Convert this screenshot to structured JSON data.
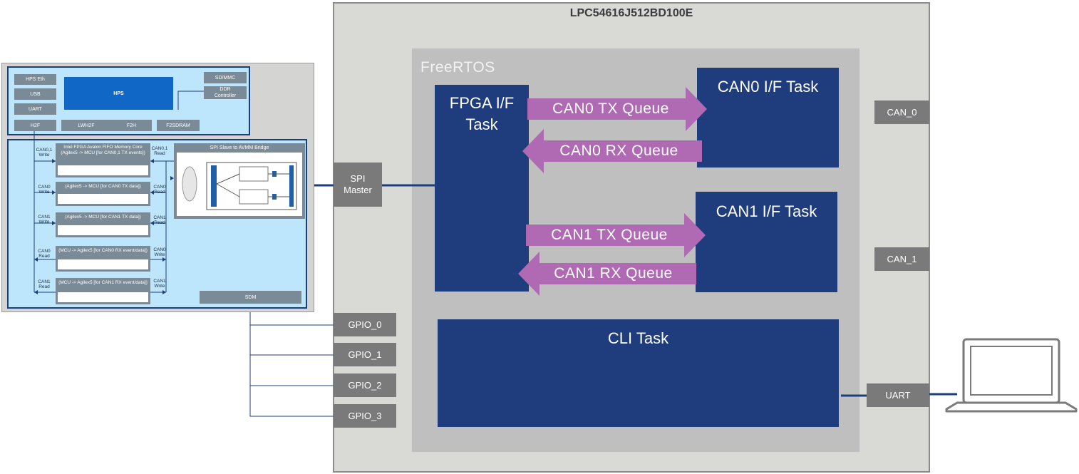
{
  "mcu": {
    "title": "LPC54616J512BD100E"
  },
  "rtos": {
    "title": "FreeRTOS"
  },
  "tasks": {
    "fpga": "FPGA I/F Task",
    "can0": "CAN0 I/F Task",
    "can1": "CAN1 I/F Task",
    "cli": "CLI Task"
  },
  "queues": {
    "can0_tx": "CAN0 TX Queue",
    "can0_rx": "CAN0 RX Queue",
    "can1_tx": "CAN1 TX Queue",
    "can1_rx": "CAN1 RX Queue"
  },
  "pins": {
    "spi": "SPI Master",
    "can0": "CAN_0",
    "can1": "CAN_1",
    "uart": "UART",
    "gpio0": "GPIO_0",
    "gpio1": "GPIO_1",
    "gpio2": "GPIO_2",
    "gpio3": "GPIO_3"
  },
  "fpga": {
    "hps": {
      "eth": "HPS Eth",
      "usb": "USB",
      "uart": "UART",
      "core": "HPS",
      "sdmmc": "SD/MMC",
      "ddr": "DDR Controller",
      "h2f": "H2F",
      "lwh2f": "LWH2F",
      "f2h": "F2H",
      "f2sdram": "F2SDRAM"
    },
    "fifos": {
      "f0": "Intel FPGA Avalon FIFO Memory Core (Agilex5 -> MCU [for CAN0,1 TX events])",
      "f1": "(Agilex5 -> MCU [for CAN0 TX data])",
      "f2": "(Agilex5 -> MCU [for CAN1 TX data])",
      "f3": "(MCU -> Agilex5 [for CAN0 RX event/data])",
      "f4": "(MCU -> Agilex5 [for CAN1 RX event/data])"
    },
    "left_labels": {
      "l0": "CAN0,1 Write",
      "l1": "CAN0 Write",
      "l2": "CAN1 Write",
      "l3": "CAN0 Read",
      "l4": "CAN1 Read"
    },
    "right_labels": {
      "r0": "CAN0,1 Read",
      "r1": "CAN0 Read",
      "r2": "CAN1 Read",
      "r3": "CAN0 Write",
      "r4": "CAN1 Write"
    },
    "spi_bridge": "SPI Slave to AVMM Bridge",
    "sdm": "SDM"
  },
  "colors": {
    "task_blue": "#1f3d7d",
    "queue_purple": "#b06ab3",
    "pin_gray": "#7a7a7a",
    "mcu_bg": "#d9d9d6",
    "rtos_bg": "#bfbfbf"
  },
  "icons": {
    "host": "laptop-icon"
  }
}
